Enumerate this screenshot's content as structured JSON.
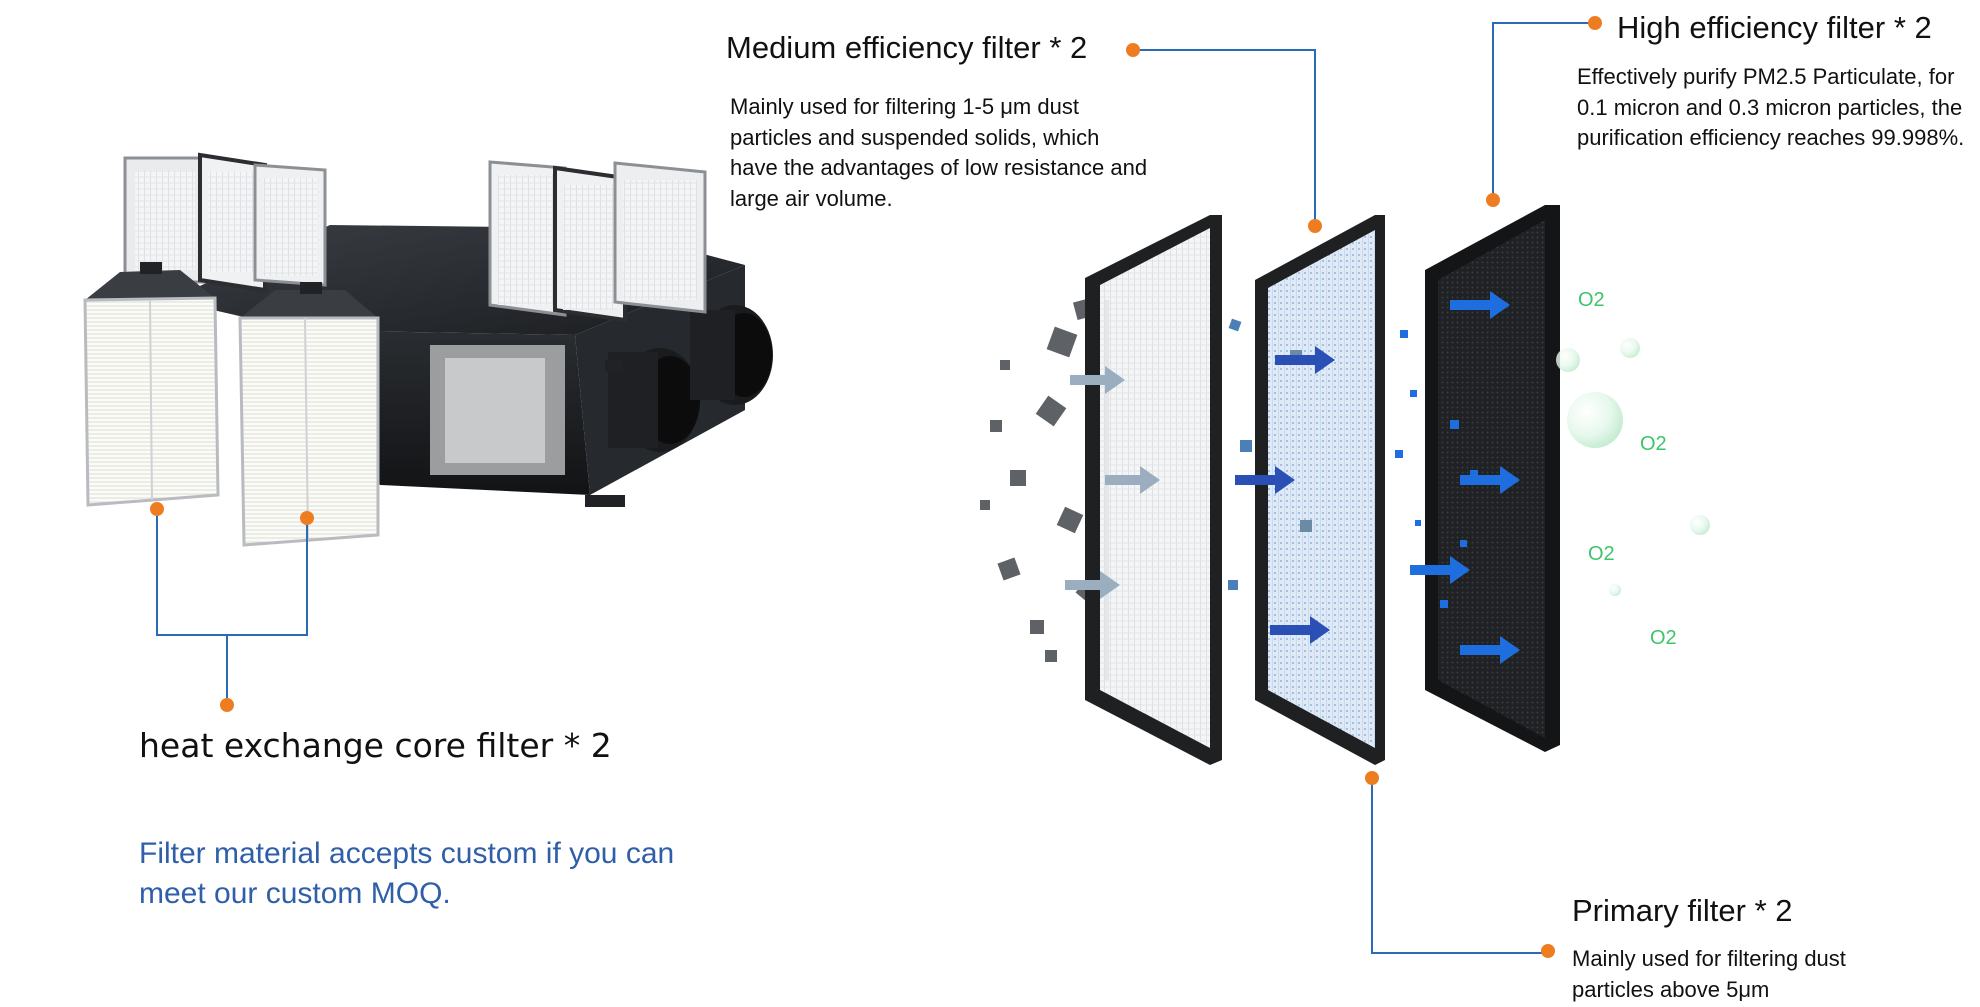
{
  "labels": {
    "core_title": "heat exchange core filter * 2",
    "note": "Filter material accepts custom if you can meet our custom MOQ.",
    "medium_title": "Medium efficiency filter * 2",
    "medium_desc": "Mainly used for filtering 1-5 μm dust particles and suspended solids, which have the advantages of low resistance and large air volume.",
    "high_title": "High efficiency filter * 2",
    "high_desc": "Effectively purify PM2.5 Particulate, for 0.1 micron and 0.3 micron particles, the purification efficiency reaches 99.998%.",
    "primary_title": "Primary filter * 2",
    "primary_desc": "Mainly used for filtering dust particles above 5μm",
    "o2_label": "O2"
  },
  "colors": {
    "callout_dot": "#ee7d22",
    "callout_line": "#2a6bb8",
    "note_text": "#2f5fa8",
    "arrow_blue": "#2a4fb5",
    "arrow_grey": "#9aaec0",
    "o2_green": "#3ec46a"
  },
  "icons": [
    "ventilation-unit",
    "filter-panel",
    "airflow-arrow-icon",
    "o2-bubble-icon"
  ]
}
